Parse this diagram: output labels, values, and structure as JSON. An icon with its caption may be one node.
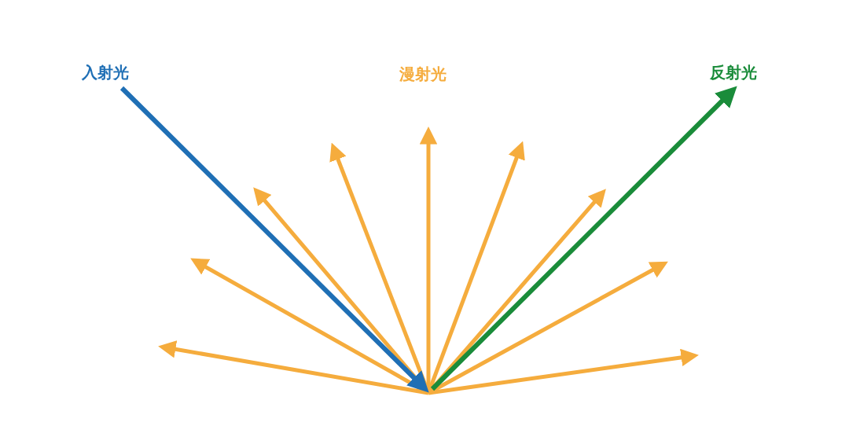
{
  "diagram": {
    "labels": [
      "入射光",
      "漫射光",
      "反射光"
    ]
  }
}
